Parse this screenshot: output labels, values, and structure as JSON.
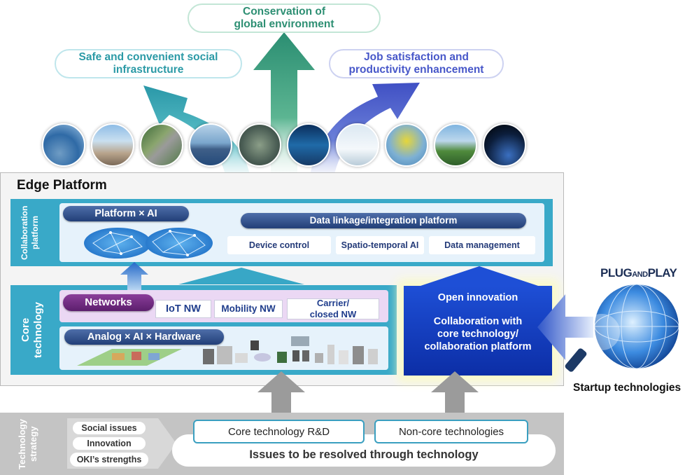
{
  "goals": {
    "left": [
      "Safe and convenient social",
      "infrastructure"
    ],
    "center": [
      "Conservation of",
      "global environment"
    ],
    "right": [
      "Job satisfaction and",
      "productivity enhancement"
    ]
  },
  "colors": {
    "teal": "#2c99a6",
    "green": "#2d8f73",
    "indigo": "#4757c9",
    "band": "#39a9c8",
    "open_innovation": "#1a45c9"
  },
  "photos": [
    "bridge-photo",
    "building-photo",
    "highway-photo",
    "ship-photo",
    "city-photo",
    "control-room-photo",
    "researchers-photo",
    "robot-photo",
    "railway-bridge-photo",
    "satellite-photo"
  ],
  "edge_platform": {
    "title": "Edge Platform",
    "collaboration": {
      "label_line1": "Collaboration",
      "label_line2": "platform",
      "platform_ai": "Platform × AI",
      "data_linkage": "Data linkage/integration platform",
      "boxes": [
        "Device control",
        "Spatio-temporal AI",
        "Data management"
      ]
    },
    "core": {
      "label_line1": "Core",
      "label_line2": "technology",
      "networks": "Networks",
      "nw": [
        "IoT NW",
        "Mobility NW"
      ],
      "carrier_line1": "Carrier/",
      "carrier_line2": "closed NW",
      "analog": "Analog × AI × Hardware"
    },
    "open_innovation": {
      "title": "Open innovation",
      "line1": "Collaboration with",
      "line2": "core technology/",
      "line3": "collaboration platform"
    }
  },
  "plug_and_play": {
    "logo_part1": "PLUG",
    "logo_part2": "AND",
    "logo_part3": "PLAY",
    "caption": "Startup technologies"
  },
  "strategy": {
    "label_line1": "Technology",
    "label_line2": "strategy",
    "inputs": [
      "Social issues",
      "Innovation",
      "OKI’s strengths"
    ],
    "core_rd": "Core technology R&D",
    "non_core": "Non-core technologies",
    "issues": "Issues to be resolved through technology"
  }
}
